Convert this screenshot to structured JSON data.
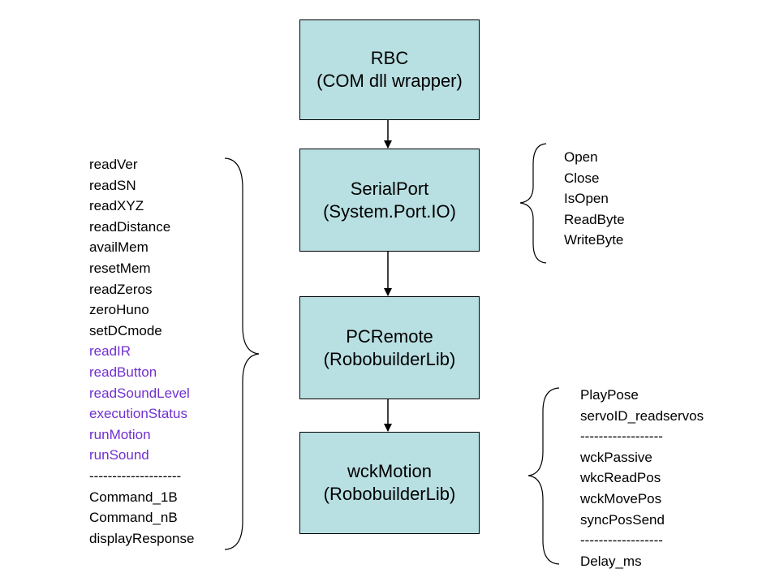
{
  "boxes": [
    {
      "id": "rbc",
      "line1": "RBC",
      "line2": "(COM dll wrapper)"
    },
    {
      "id": "serialport",
      "line1": "SerialPort",
      "line2": "(System.Port.IO)"
    },
    {
      "id": "pcremote",
      "line1": "PCRemote",
      "line2": "(RobobuilderLib)"
    },
    {
      "id": "wckmotion",
      "line1": "wckMotion",
      "line2": "(RobobuilderLib)"
    }
  ],
  "left_methods": [
    {
      "text": "readVer",
      "color": "black"
    },
    {
      "text": "readSN",
      "color": "black"
    },
    {
      "text": "readXYZ",
      "color": "black"
    },
    {
      "text": "readDistance",
      "color": "black"
    },
    {
      "text": "availMem",
      "color": "black"
    },
    {
      "text": "resetMem",
      "color": "black"
    },
    {
      "text": "readZeros",
      "color": "black"
    },
    {
      "text": "zeroHuno",
      "color": "black"
    },
    {
      "text": "setDCmode",
      "color": "black"
    },
    {
      "text": "readIR",
      "color": "purple"
    },
    {
      "text": "readButton",
      "color": "purple"
    },
    {
      "text": "readSoundLevel",
      "color": "purple"
    },
    {
      "text": "executionStatus",
      "color": "purple"
    },
    {
      "text": "runMotion",
      "color": "purple"
    },
    {
      "text": "runSound",
      "color": "purple"
    },
    {
      "text": "--------------------",
      "color": "black"
    },
    {
      "text": "Command_1B",
      "color": "black"
    },
    {
      "text": "Command_nB",
      "color": "black"
    },
    {
      "text": "displayResponse",
      "color": "black"
    }
  ],
  "serial_methods": [
    "Open",
    "Close",
    "IsOpen",
    "ReadByte",
    "WriteByte"
  ],
  "wck_methods": [
    "PlayPose",
    "servoID_readservos",
    "------------------",
    "wckPassive",
    "wkcReadPos",
    "wckMovePos",
    "syncPosSend",
    "------------------",
    "Delay_ms"
  ],
  "colors": {
    "box_fill": "#b8dfe2",
    "purple_text": "#7030d0"
  }
}
